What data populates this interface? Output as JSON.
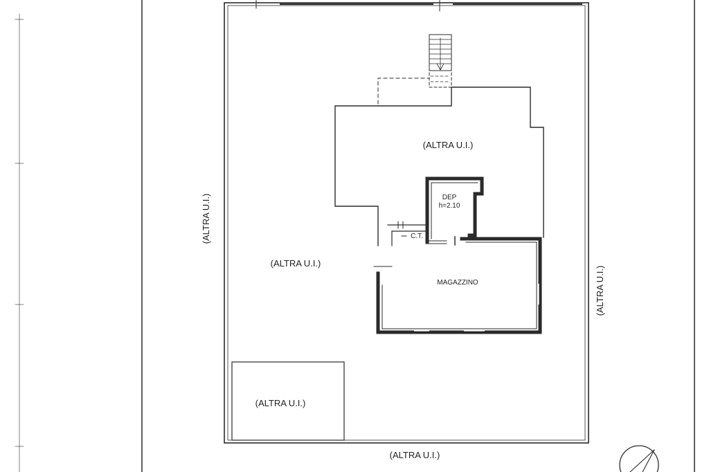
{
  "labels": {
    "altra_top": "(ALTRA U.I.)",
    "altra_left_vertical": "(ALTRA U.I.)",
    "altra_left_main": "(ALTRA U.I.)",
    "altra_right_vertical": "(ALTRA U.I.)",
    "altra_bottom_box": "(ALTRA U.I.)",
    "altra_bottom": "(ALTRA U.I.)",
    "dep": "DEP",
    "dep_height": "h=2.10",
    "ct": "C.T.",
    "magazzino": "MAGAZZINO"
  },
  "colors": {
    "line": "#2a2a2a",
    "paper": "#ffffff"
  },
  "icons": {
    "north_arrow": "north-arrow-icon",
    "stair": "staircase-icon"
  }
}
